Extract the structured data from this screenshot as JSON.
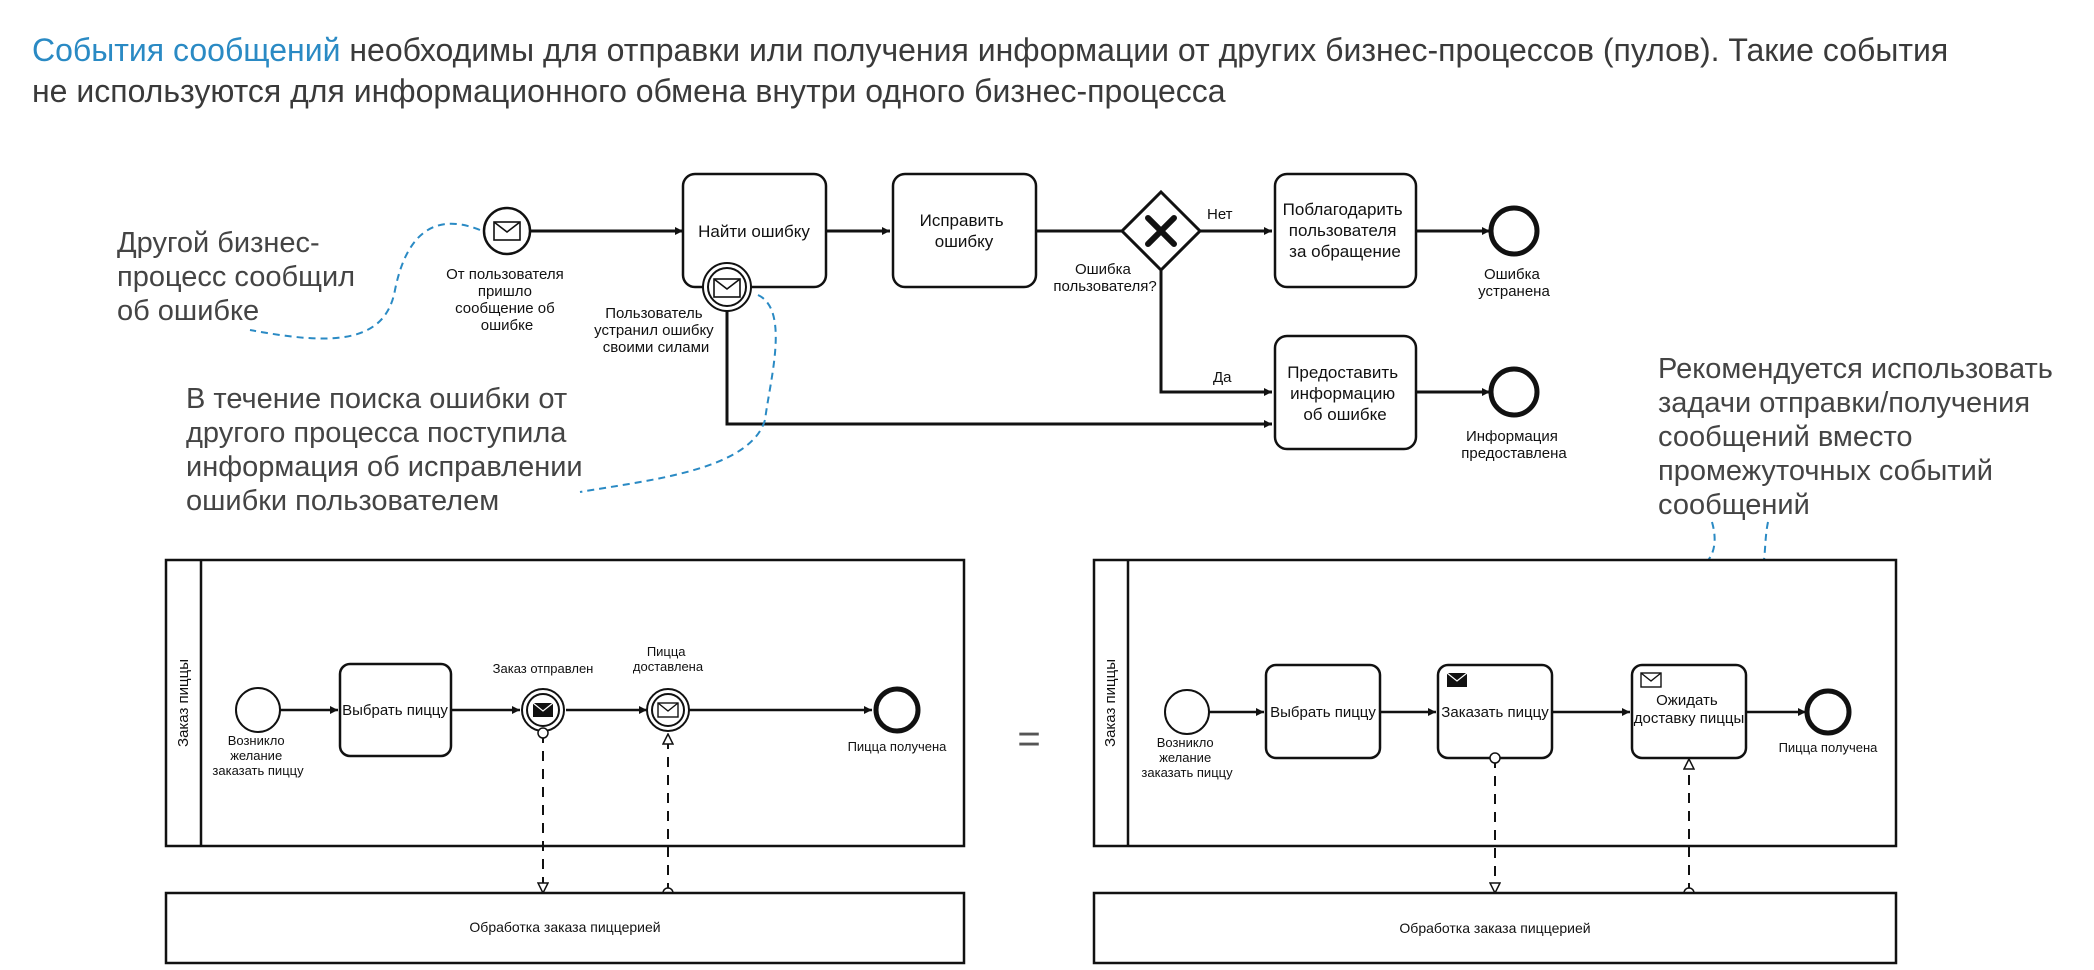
{
  "intro": {
    "accent": "События сообщений",
    "rest": " необходимы для отправки или получения информации от других бизнес-процессов (пулов). Такие события не используются для информационного обмена внутри одного бизнес-процесса"
  },
  "annotations": {
    "other_process": [
      "Другой бизнес-",
      "процесс сообщил",
      "об ошибке"
    ],
    "during_search": [
      "В течение поиска ошибки от",
      "другого процесса поступила",
      "информация об исправлении",
      "ошибки пользователем"
    ],
    "recommend": [
      "Рекомендуется использовать",
      "задачи отправки/получения",
      "сообщений вместо",
      "промежуточных событий",
      "сообщений"
    ]
  },
  "top": {
    "start_event": [
      "От пользователя",
      "пришло",
      "сообщение об",
      "ошибке"
    ],
    "task_find": [
      "Найти ошибку"
    ],
    "boundary_event": [
      "Пользователь",
      "устранил ошибку",
      "своими силами"
    ],
    "task_fix": [
      "Исправить",
      "ошибку"
    ],
    "gateway": [
      "Ошибка",
      "пользователя?"
    ],
    "flow_no": "Нет",
    "flow_yes": "Да",
    "task_thank": [
      "Поблагодарить",
      "пользователя",
      "за обращение"
    ],
    "end_fixed": [
      "Ошибка",
      "устранена"
    ],
    "task_provide": [
      "Предоставить",
      "информацию",
      "об ошибке"
    ],
    "end_provided": [
      "Информация",
      "предоставлена"
    ]
  },
  "left_pool": {
    "lane": "Заказ пиццы",
    "start": [
      "Возникло",
      "желание",
      "заказать пиццу"
    ],
    "task": [
      "Выбрать пиццу"
    ],
    "throw_event": [
      "Заказ отправлен"
    ],
    "catch_event": [
      "Пицца",
      "доставлена"
    ],
    "end": [
      "Пицца получена"
    ],
    "bottom_pool": "Обработка заказа пиццерией"
  },
  "equals": "=",
  "right_pool": {
    "lane": "Заказ пиццы",
    "start": [
      "Возникло",
      "желание",
      "заказать пиццу"
    ],
    "task_choose": [
      "Выбрать пиццу"
    ],
    "task_order": [
      "Заказать пиццу"
    ],
    "task_wait": [
      "Ожидать",
      "доставку пиццы"
    ],
    "end": [
      "Пицца получена"
    ],
    "bottom_pool": "Обработка заказа пиццерией"
  },
  "colors": {
    "accent": "#2a8ac4",
    "annotation_line": "#2a8ac4",
    "text": "#3a3a3a",
    "stroke": "#111111"
  }
}
